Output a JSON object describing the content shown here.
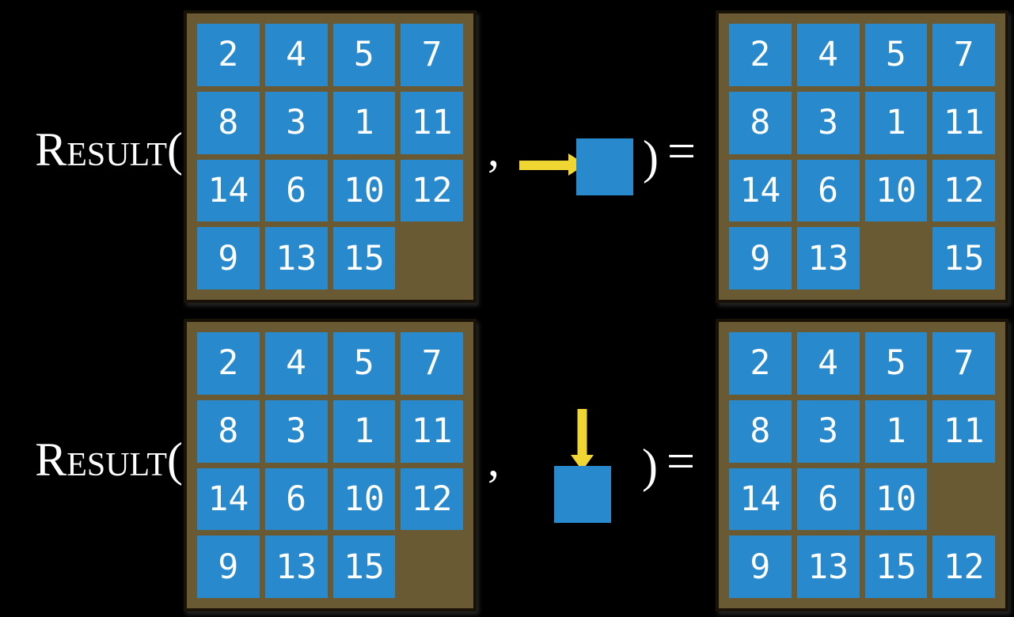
{
  "figure": {
    "background_color": "#000000",
    "text_color": "#FFFFFF",
    "board_color": "#6A5A34",
    "tile_color": "#288ACC",
    "arrow_color": "#F0D632",
    "examples": [
      {
        "function_name": "Result(",
        "comma": ",",
        "action_direction": "right",
        "close_paren": ")",
        "equals_sign": "=",
        "before_grid": [
          [
            "2",
            "4",
            "5",
            "7"
          ],
          [
            "8",
            "3",
            "1",
            "11"
          ],
          [
            "14",
            "6",
            "10",
            "12"
          ],
          [
            "9",
            "13",
            "15",
            ""
          ]
        ],
        "after_grid": [
          [
            "2",
            "4",
            "5",
            "7"
          ],
          [
            "8",
            "3",
            "1",
            "11"
          ],
          [
            "14",
            "6",
            "10",
            "12"
          ],
          [
            "9",
            "13",
            "",
            "15"
          ]
        ]
      },
      {
        "function_name": "Result(",
        "comma": ",",
        "action_direction": "down",
        "close_paren": ")",
        "equals_sign": "=",
        "before_grid": [
          [
            "2",
            "4",
            "5",
            "7"
          ],
          [
            "8",
            "3",
            "1",
            "11"
          ],
          [
            "14",
            "6",
            "10",
            "12"
          ],
          [
            "9",
            "13",
            "15",
            ""
          ]
        ],
        "after_grid": [
          [
            "2",
            "4",
            "5",
            "7"
          ],
          [
            "8",
            "3",
            "1",
            "11"
          ],
          [
            "14",
            "6",
            "10",
            ""
          ],
          [
            "9",
            "13",
            "15",
            "12"
          ]
        ]
      }
    ]
  }
}
